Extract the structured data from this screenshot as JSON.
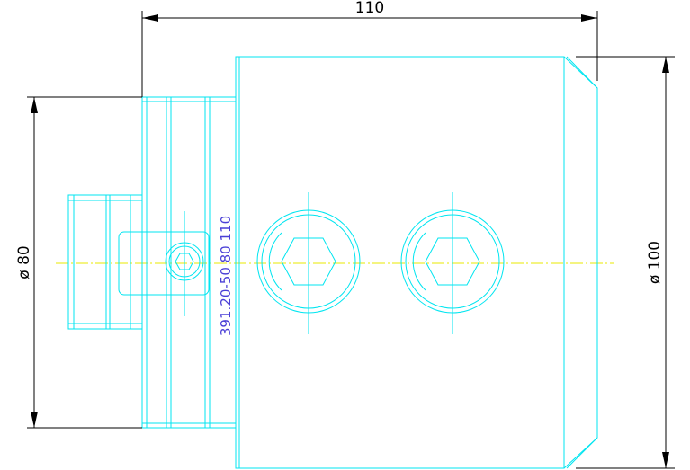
{
  "drawing": {
    "dimensions": {
      "top_length": "110",
      "left_diameter": "ø 80",
      "right_diameter": "ø 100"
    },
    "part_number": "391.20-50 80 110",
    "colors": {
      "outline": "#00e5f0",
      "centerline": "#e8e800",
      "dimension": "#000000",
      "part_text": "#4a3fd6"
    }
  }
}
